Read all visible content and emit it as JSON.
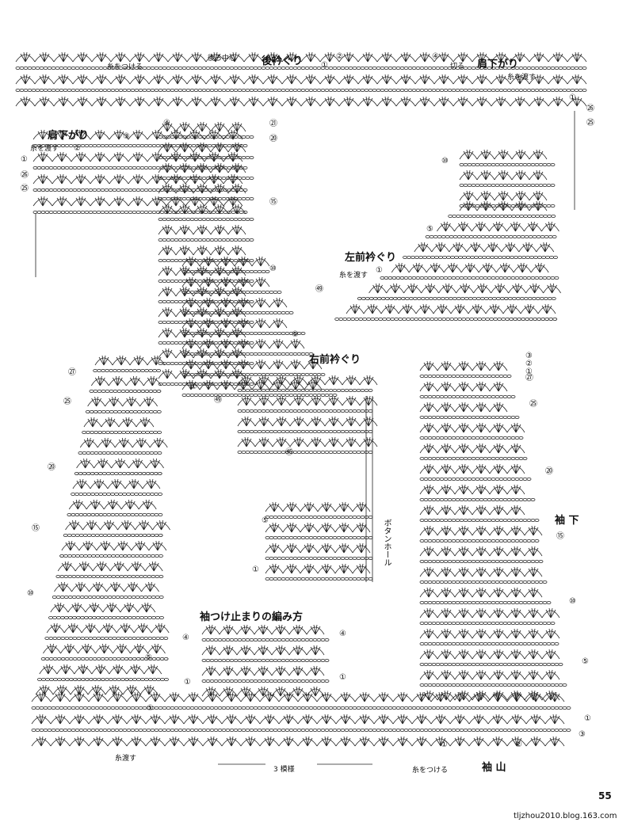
{
  "titles": {
    "back_neck": "後衿ぐり",
    "shoulder_right": "肩下がり",
    "shoulder_left": "肩下がり",
    "left_front_neck": "左前衿ぐり",
    "right_front_neck": "右前衿ぐり",
    "sleeve_under": "袖 下",
    "sleeve_cap": "袖 山",
    "sleeve_join": "袖つけ止まりの編み方",
    "buttonhole": "ボタンホール"
  },
  "notes": {
    "back_center": "後ろ中心",
    "attach_yarn_1": "糸をつける",
    "cut": "切る",
    "pass_yarn_1": "糸を渡す",
    "pass_yarn_2": "糸を渡す",
    "pass_yarn_3": "糸を渡す",
    "pass_yarn_4": "糸渡す",
    "attach_yarn_2": "糸をつける",
    "decrease": "3 模様"
  },
  "row_markers": [
    "①",
    "②",
    "③",
    "④",
    "⑤",
    "⑩",
    "⑮",
    "⑳",
    "㉑",
    "㉕",
    "㉖",
    "㉗",
    "㊺",
    "㊾"
  ],
  "page_number": "55",
  "credit": "tljzhou2010.blog.163.com"
}
